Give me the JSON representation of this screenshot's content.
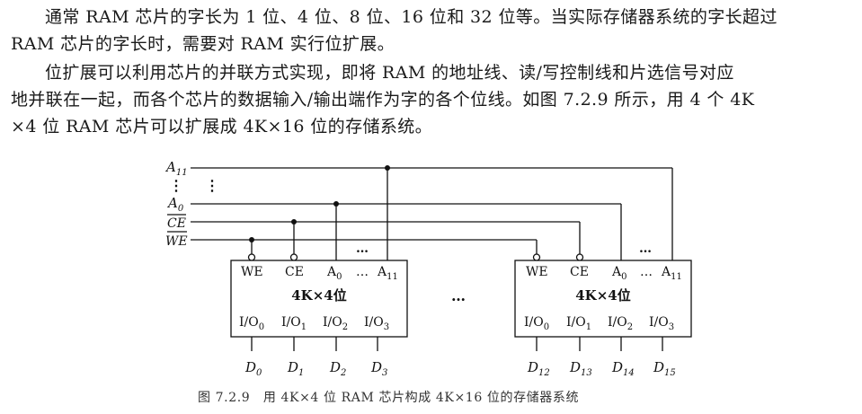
{
  "paragraphs": {
    "p1_line1": "通常 RAM 芯片的字长为 1 位、4 位、8 位、16 位和 32 位等。当实际存储器系统的字长超过",
    "p1_line2": "RAM 芯片的字长时，需要对 RAM 实行位扩展。",
    "p2_line1": "位扩展可以利用芯片的并联方式实现，即将 RAM 的地址线、读/写控制线和片选信号对应",
    "p2_line2": "地并联在一起，而各个芯片的数据输入/输出端作为字的各个位线。如图 7.2.9 所示，用 4 个 4K",
    "p2_line3": "×4 位 RAM 芯片可以扩展成 4K×16 位的存储系统。"
  },
  "figure": {
    "signals": {
      "a11": "A",
      "a11_sub": "11",
      "a0": "A",
      "a0_sub": "0",
      "ce": "CE",
      "we": "WE"
    },
    "vdots": "⋮",
    "hdots": "…",
    "chip_left": {
      "pins": {
        "we": "WE",
        "ce": "CE",
        "a0": "A",
        "a0_sub": "0",
        "dots": "…",
        "a11": "A",
        "a11_sub": "11"
      },
      "label": "4K×4位",
      "io": [
        "I/O",
        "I/O",
        "I/O",
        "I/O"
      ],
      "io_sub": [
        "0",
        "1",
        "2",
        "3"
      ],
      "data": [
        "D",
        "D",
        "D",
        "D"
      ],
      "data_sub": [
        "0",
        "1",
        "2",
        "3"
      ]
    },
    "chip_right": {
      "pins": {
        "we": "WE",
        "ce": "CE",
        "a0": "A",
        "a0_sub": "0",
        "dots": "…",
        "a11": "A",
        "a11_sub": "11"
      },
      "label": "4K×4位",
      "io": [
        "I/O",
        "I/O",
        "I/O",
        "I/O"
      ],
      "io_sub": [
        "0",
        "1",
        "2",
        "3"
      ],
      "data": [
        "D",
        "D",
        "D",
        "D"
      ],
      "data_sub": [
        "12",
        "13",
        "14",
        "15"
      ]
    },
    "between_dots": "…",
    "caption": "图 7.2.9　用 4K×4 位 RAM 芯片构成 4K×16 位的存储器系统"
  }
}
